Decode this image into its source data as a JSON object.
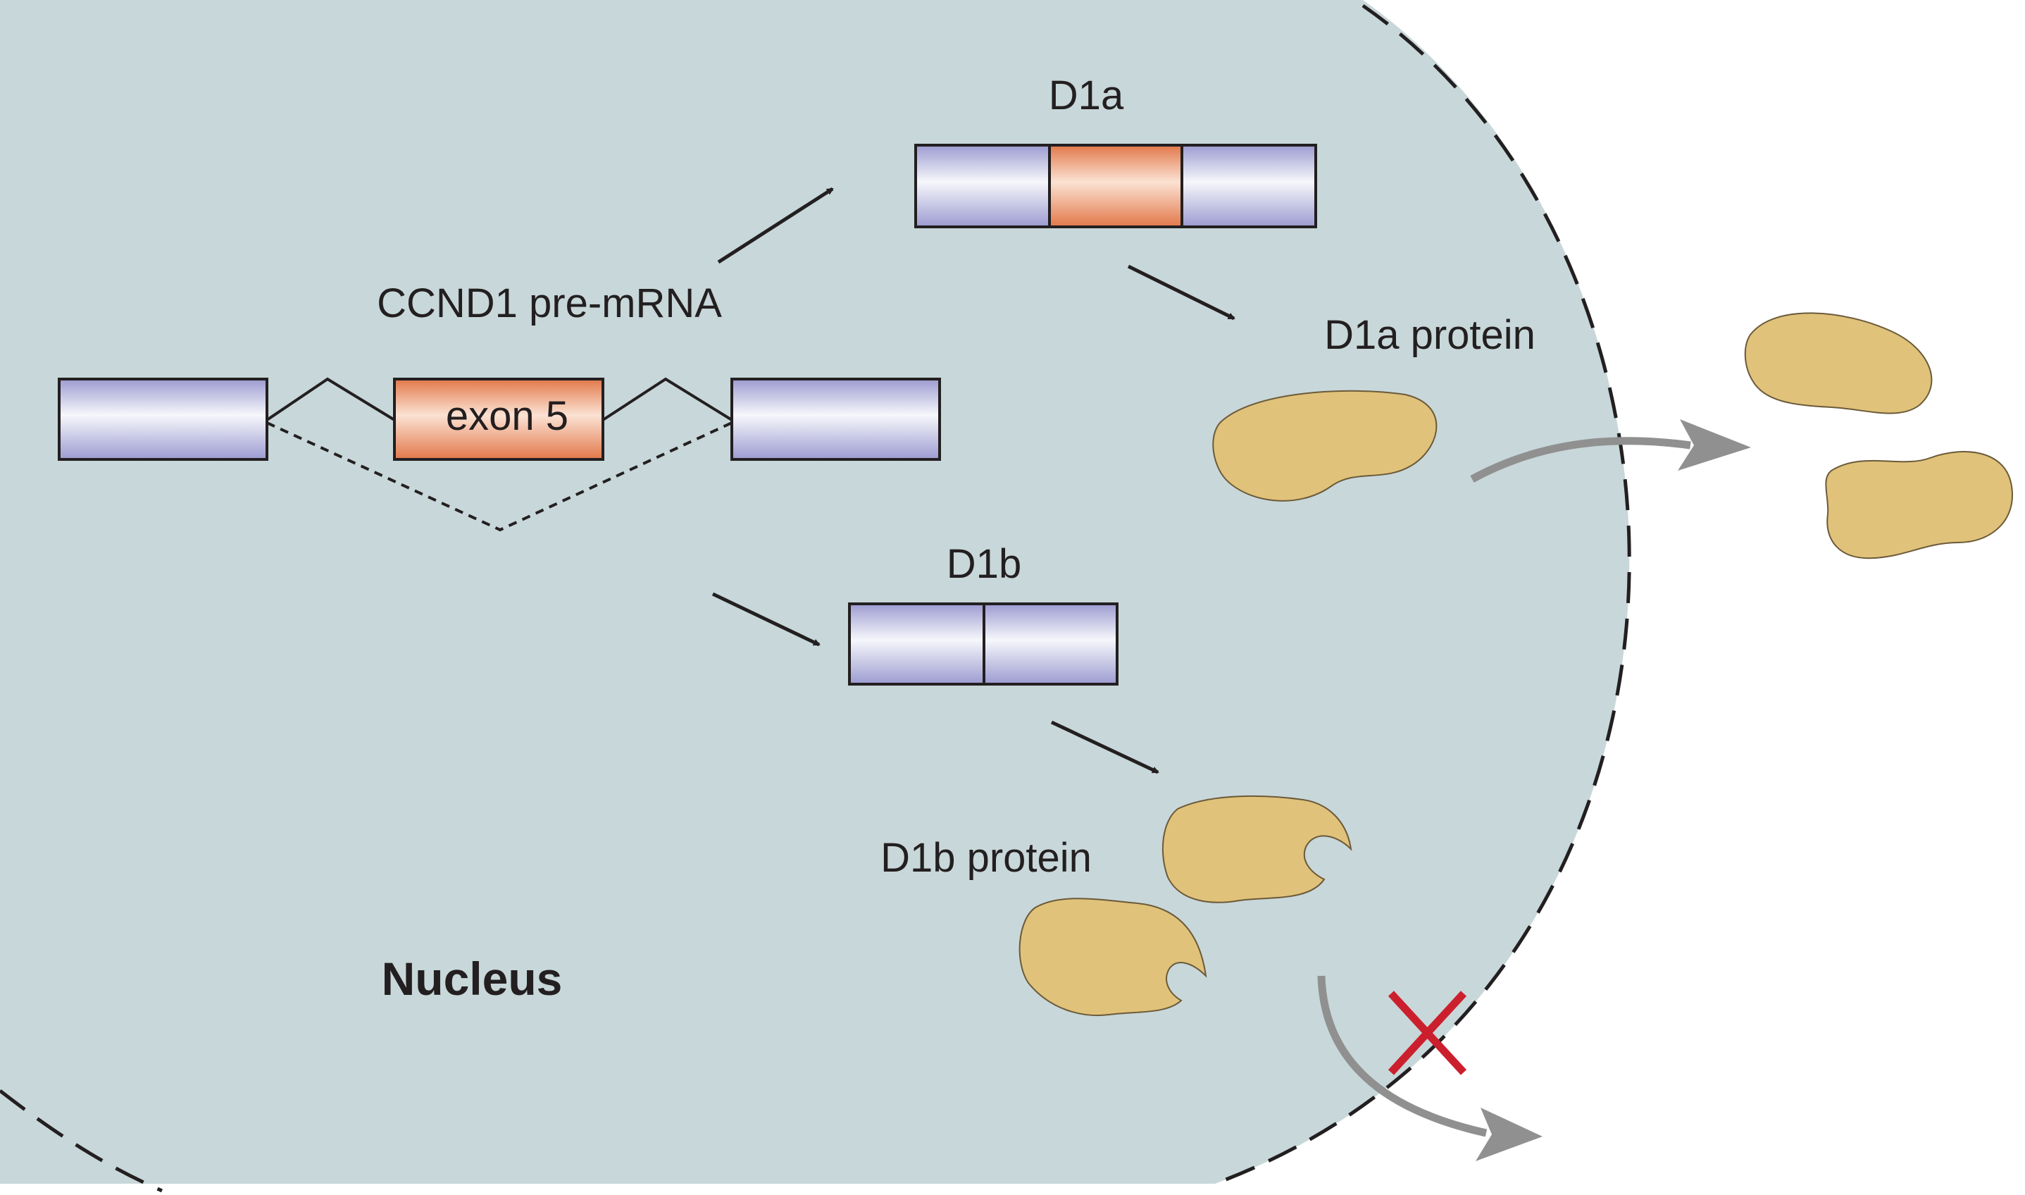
{
  "labels": {
    "pre_mrna": "CCND1 pre-mRNA",
    "exon": "exon 5",
    "d1a": "D1a",
    "d1a_protein": "D1a protein",
    "d1b": "D1b",
    "d1b_protein": "D1b protein",
    "nucleus": "Nucleus"
  },
  "colors": {
    "nucleus_fill": "#c8d7d9",
    "nucleus_border": "#231f20",
    "exon_blue_dark": "#9c9bd1",
    "exon_blue_light": "#f6f7fb",
    "exon_orange_dark": "#e2784a",
    "exon_orange_light": "#fbe2d3",
    "protein_fill": "#e0c27a",
    "protein_stroke": "#6b5a3a",
    "arrow_black": "#231f20",
    "arrow_gray": "#909090",
    "block_x": "#cc1f2e"
  }
}
